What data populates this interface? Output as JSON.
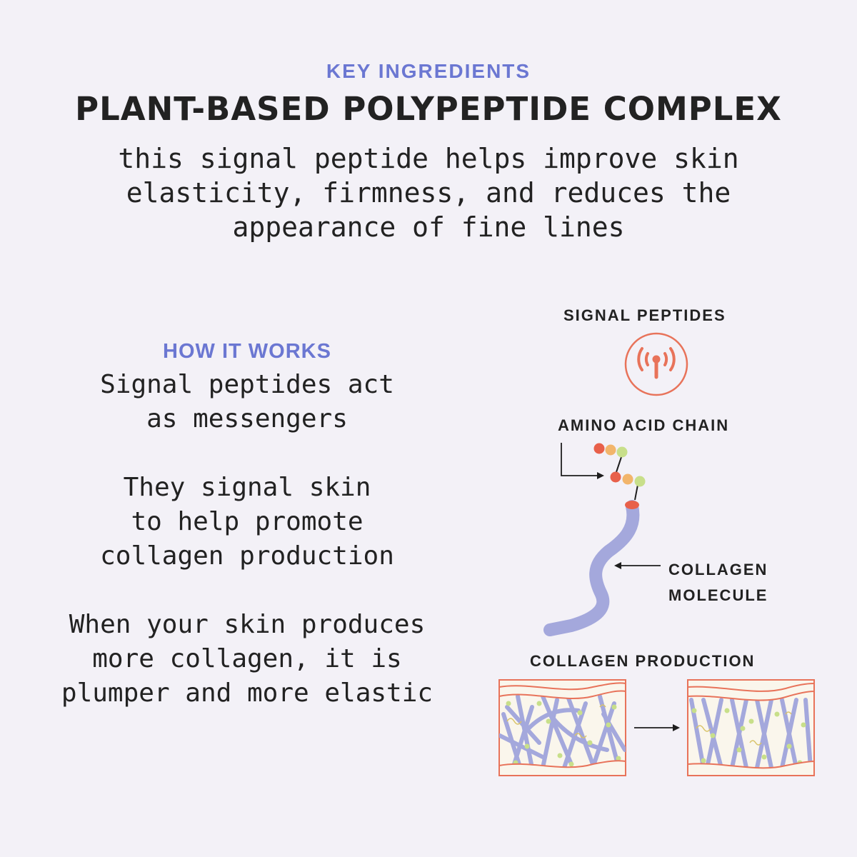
{
  "header": {
    "eyebrow": "KEY INGREDIENTS",
    "title": "PLANT-BASED POLYPEPTIDE COMPLEX",
    "subtitle_lines": [
      "this signal peptide helps improve skin",
      "elasticity, firmness, and reduces the",
      "appearance of fine lines"
    ]
  },
  "how_it_works": {
    "heading": "HOW IT WORKS",
    "paragraph1": [
      "Signal peptides act",
      "as messengers"
    ],
    "paragraph2": [
      "They signal skin",
      "to help promote",
      "collagen production"
    ],
    "paragraph3": [
      "When your skin produces",
      "more collagen, it is",
      "plumper and more elastic"
    ]
  },
  "diagram": {
    "signal_peptides_label": "SIGNAL PEPTIDES",
    "amino_acid_chain_label": "AMINO ACID CHAIN",
    "collagen_molecule_label_lines": [
      "COLLAGEN",
      "MOLECULE"
    ],
    "collagen_production_label": "COLLAGEN PRODUCTION",
    "icons": [
      "signal-antenna-icon",
      "amino-acid-chain-icon",
      "collagen-molecule-icon",
      "skin-before-icon",
      "skin-after-icon"
    ]
  },
  "colors": {
    "background": "#f3f1f7",
    "accent_blue": "#6b77d2",
    "coral": "#e8735a",
    "collagen_blue": "#a4a8dc",
    "amino_red": "#e8604a",
    "amino_orange": "#f2b56b",
    "amino_green": "#c8df8a"
  }
}
